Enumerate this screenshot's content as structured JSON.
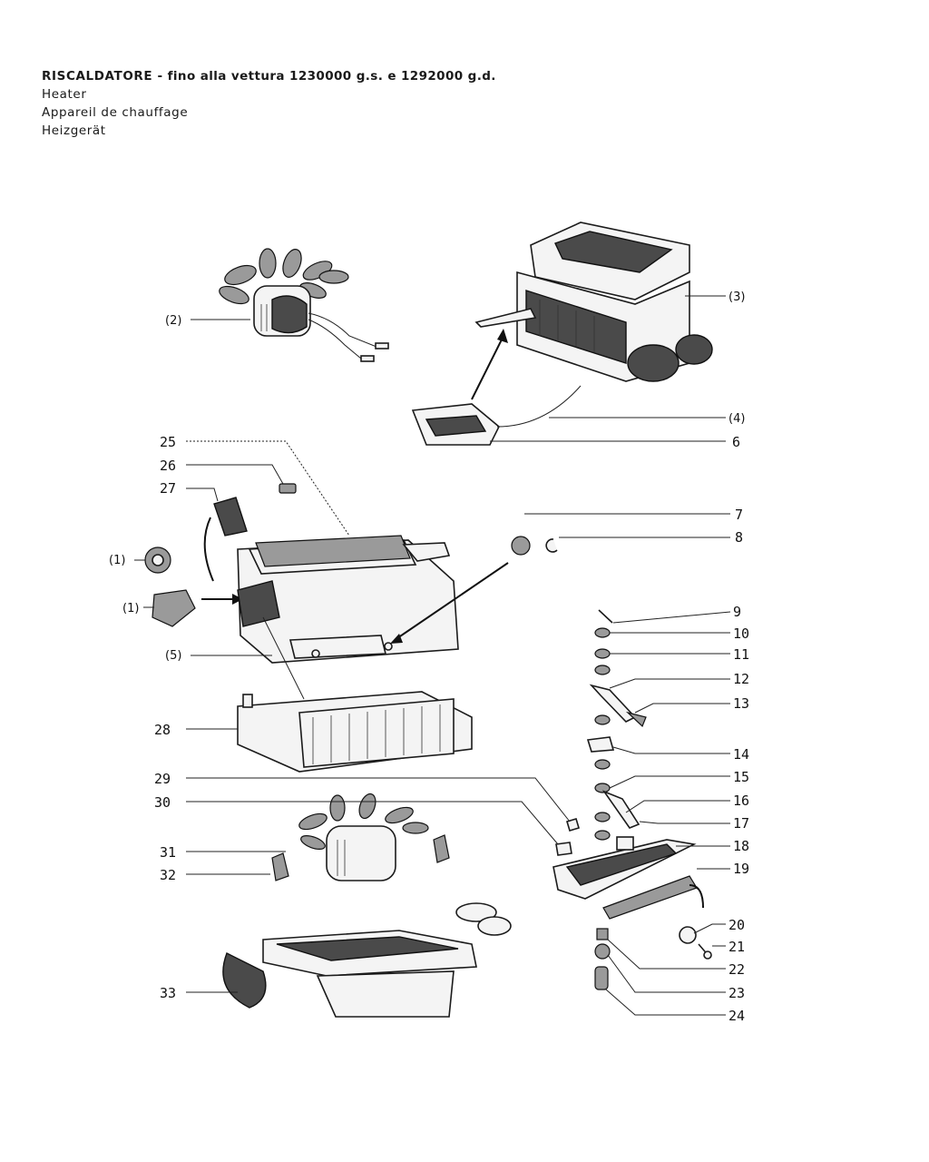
{
  "header": {
    "title_main": "RISCALDATORE",
    "title_sub": "- fino alla vettura 1230000 g.s. e 1292000 g.d.",
    "title_en": "Heater",
    "title_fr": "Appareil de chauffage",
    "title_de": "Heizgerät"
  },
  "labels": {
    "p1a": "(1)",
    "p1b": "(1)",
    "p2": "(2)",
    "p3": "(3)",
    "p4": "(4)",
    "p5": "(5)",
    "n6": "6",
    "n7": "7",
    "n8": "8",
    "n9": "9",
    "n10": "10",
    "n11": "11",
    "n12": "12",
    "n13": "13",
    "n14": "14",
    "n15": "15",
    "n16": "16",
    "n17": "17",
    "n18": "18",
    "n19": "19",
    "n20": "20",
    "n21": "21",
    "n22": "22",
    "n23": "23",
    "n24": "24",
    "n25": "25",
    "n26": "26",
    "n27": "27",
    "n28": "28",
    "n29": "29",
    "n30": "30",
    "n31": "31",
    "n32": "32",
    "n33": "33"
  }
}
